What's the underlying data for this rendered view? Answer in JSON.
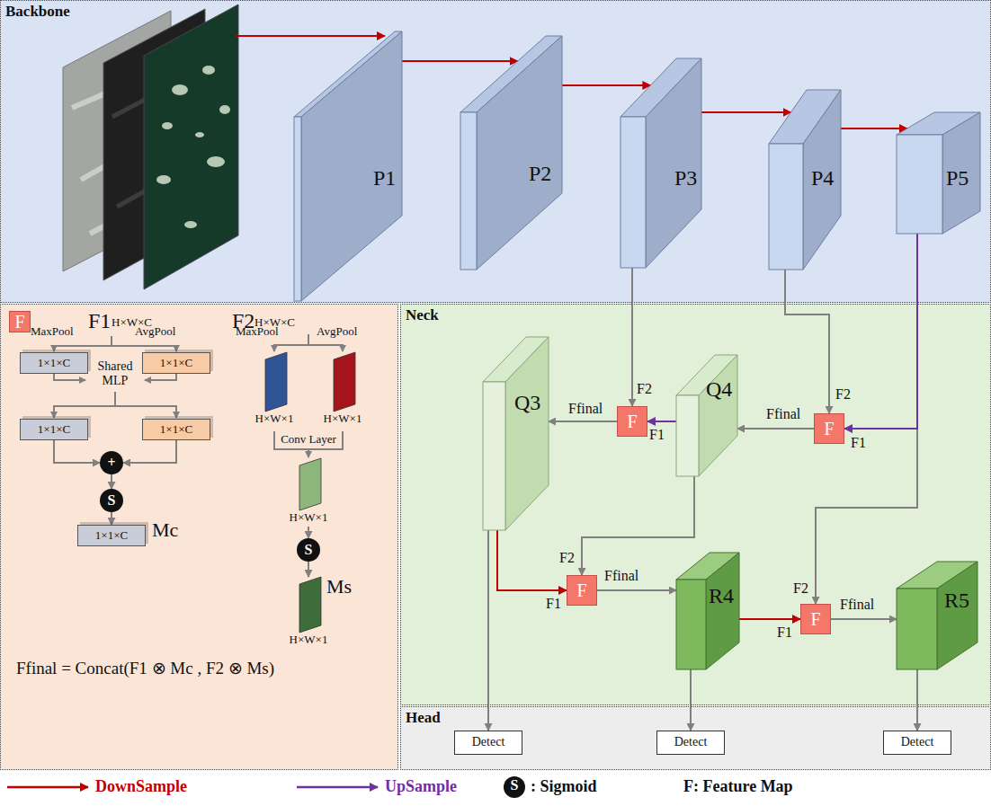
{
  "diagram": {
    "nodes": [
      {
        "text": [
          "Backbone"
        ]
      },
      {
        "text": [
          "P1"
        ],
        "in": 0
      },
      {
        "text": [
          "P2"
        ],
        "in": 0
      },
      {
        "text": [
          "P3"
        ],
        "in": 0
      },
      {
        "text": [
          "P4"
        ],
        "in": 0
      },
      {
        "text": [
          "P5"
        ],
        "in": 0
      },
      {
        "text": [
          "F"
        ]
      },
      {
        "text": [
          "1×1×C"
        ]
      },
      {
        "text": [
          "1×1×C"
        ]
      },
      {
        "text": [
          "1×1×C"
        ]
      },
      {
        "text": [
          "1×1×C"
        ]
      },
      {
        "text": [
          "+"
        ]
      },
      {
        "text": [
          "S"
        ]
      },
      {
        "text": [
          "1×1×C",
          "Mc"
        ]
      },
      {
        "text": [
          "H×W×1"
        ]
      },
      {
        "text": [
          "H×W×1"
        ]
      },
      {
        "text": [
          "H×W×1"
        ]
      },
      {
        "text": [
          "S"
        ]
      },
      {
        "text": [
          "H×W×1",
          "Ms"
        ]
      },
      {
        "text": [
          "Neck"
        ]
      },
      {
        "text": [
          "Q3"
        ],
        "in": 19
      },
      {
        "text": [
          "F"
        ],
        "in": 19
      },
      {
        "text": [
          "Q4"
        ],
        "in": 19
      },
      {
        "text": [
          "F"
        ],
        "in": 19
      },
      {
        "text": [
          "F"
        ],
        "in": 19
      },
      {
        "text": [
          "R4"
        ],
        "in": 19
      },
      {
        "text": [
          "F"
        ],
        "in": 19
      },
      {
        "text": [
          "R5"
        ],
        "in": 19
      },
      {
        "text": [
          "Head"
        ]
      },
      {
        "text": [
          "Detect"
        ],
        "in": 28
      },
      {
        "text": [
          "Detect"
        ],
        "in": 28
      },
      {
        "text": [
          "Detect"
        ],
        "in": 28
      }
    ],
    "edges": [
      {
        "from": 1,
        "to": 2,
        "arrow": "to"
      },
      {
        "from": 2,
        "to": 3,
        "arrow": "to"
      },
      {
        "from": 3,
        "to": 4,
        "arrow": "to"
      },
      {
        "from": 4,
        "to": 5,
        "arrow": "to"
      },
      {
        "from": 9,
        "to": 11,
        "arrow": "to"
      },
      {
        "from": 10,
        "to": 11,
        "arrow": "to"
      },
      {
        "from": 11,
        "to": 12,
        "arrow": "to"
      },
      {
        "from": 12,
        "to": 13,
        "arrow": "to"
      },
      {
        "from": 16,
        "to": 17,
        "arrow": "to"
      },
      {
        "from": 17,
        "to": 18,
        "arrow": "to"
      },
      {
        "from": 3,
        "to": 21,
        "arrow": "to"
      },
      {
        "from": 4,
        "to": 23,
        "arrow": "to"
      },
      {
        "from": 5,
        "to": 23,
        "arrow": "to"
      },
      {
        "from": 23,
        "to": 22,
        "arrow": "to"
      },
      {
        "from": 22,
        "to": 21,
        "arrow": "to"
      },
      {
        "from": 21,
        "to": 20,
        "arrow": "to"
      },
      {
        "from": 20,
        "to": 24,
        "arrow": "to"
      },
      {
        "from": 22,
        "to": 24,
        "arrow": "to"
      },
      {
        "from": 24,
        "to": 25,
        "arrow": "to"
      },
      {
        "from": 25,
        "to": 26,
        "arrow": "to"
      },
      {
        "from": 5,
        "to": 26,
        "arrow": "to"
      },
      {
        "from": 26,
        "to": 27,
        "arrow": "to"
      },
      {
        "from": 20,
        "to": 29,
        "arrow": "to"
      },
      {
        "from": 25,
        "to": 30,
        "arrow": "to"
      },
      {
        "from": 27,
        "to": 31,
        "arrow": "to"
      }
    ],
    "labels": [
      "F1",
      "H×W×C",
      "MaxPool",
      "AvgPool",
      "Shared MLP",
      "F2",
      "H×W×C",
      "MaxPool",
      "AvgPool",
      "Conv Layer",
      "Ffinal = Concat(F1 ⊗ Mc , F2 ⊗ Ms)",
      "F2",
      "Ffinal",
      "F1",
      "F2",
      "Ffinal",
      "F1",
      "F2",
      "Ffinal",
      "F1",
      "F2",
      "Ffinal",
      "F1",
      "S"
    ],
    "legend": [
      {
        "text": "DownSample"
      },
      {
        "text": "UpSample"
      },
      {
        "text": ": Sigmoid"
      },
      {
        "text": "F: Feature Map"
      }
    ]
  }
}
